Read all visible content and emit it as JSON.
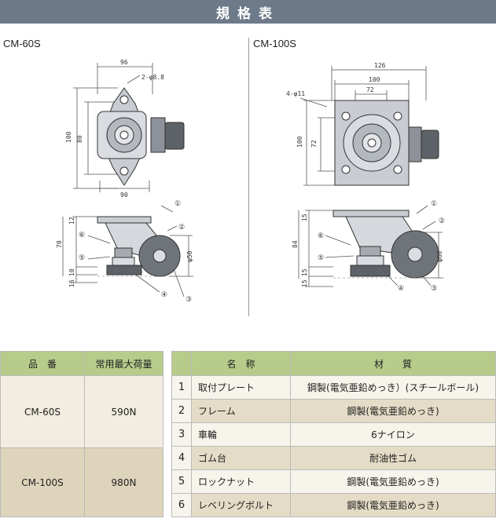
{
  "header": {
    "title": "規格表"
  },
  "models": {
    "left": "CM-60S",
    "right": "CM-100S"
  },
  "dims_left": {
    "width_total": "96",
    "holes": "2-φ8.8",
    "height_total": "100",
    "height_inner": "80",
    "base_width": "90",
    "side_top": "12",
    "side_total": "70",
    "side_b1": "10",
    "side_b2": "16",
    "wheel": "φ50",
    "callouts": [
      "①",
      "②",
      "③",
      "④",
      "⑤",
      "⑥"
    ]
  },
  "dims_right": {
    "width_total": "126",
    "width_mid": "100",
    "width_inner": "72",
    "holes": "4-φ11",
    "height_total": "100",
    "height_inner": "72",
    "side_top": "15",
    "side_total": "84",
    "side_b1": "15",
    "side_b2": "15",
    "wheel": "φ60",
    "callouts": [
      "①",
      "②",
      "③",
      "④",
      "⑤",
      "⑥"
    ]
  },
  "load_table": {
    "headers": [
      "品　番",
      "常用最大荷量"
    ],
    "rows": [
      {
        "model": "CM-60S",
        "load": "590N"
      },
      {
        "model": "CM-100S",
        "load": "980N"
      }
    ]
  },
  "material_table": {
    "headers": [
      "",
      "名　称",
      "材　　質"
    ],
    "rows": [
      {
        "no": "1",
        "name": "取付プレート",
        "material": "鋼製(電気亜鉛めっき）(スチールボール)"
      },
      {
        "no": "2",
        "name": "フレーム",
        "material": "鋼製(電気亜鉛めっき)"
      },
      {
        "no": "3",
        "name": "車輪",
        "material": "6ナイロン"
      },
      {
        "no": "4",
        "name": "ゴム台",
        "material": "耐油性ゴム"
      },
      {
        "no": "5",
        "name": "ロックナット",
        "material": "鋼製(電気亜鉛めっき)"
      },
      {
        "no": "6",
        "name": "レベリングボルト",
        "material": "鋼製(電気亜鉛めっき)"
      }
    ]
  }
}
